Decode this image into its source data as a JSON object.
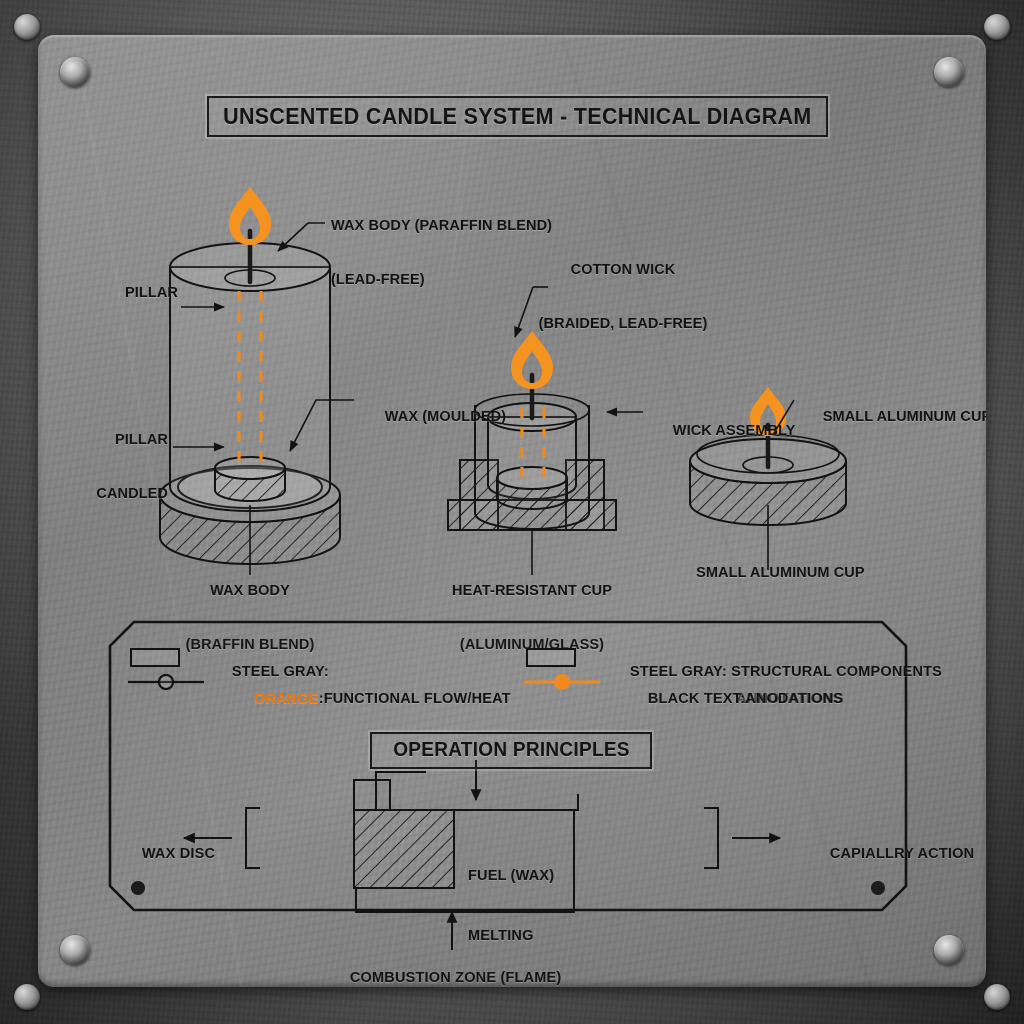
{
  "title": "UNSCENTED CANDLE SYSTEM - TECHNICAL DIAGRAM",
  "figures": {
    "pillar": {
      "label_pillar": "PILLAR",
      "label_pillar_candled_line1": "PILLAR",
      "label_pillar_candled_line2": "CANDLED",
      "label_wax_body_line1": "WAX BODY (PARAFFIN BLEND)",
      "label_wax_body_line2": "(LEAD-FREE)",
      "label_wax_moulded": "WAX (MOULDED)",
      "caption_line1": "WAX BODY",
      "caption_line2": "(BRAFFIN BLEND)"
    },
    "votive": {
      "label_cotton_wick_line1": "COTTON WICK",
      "label_cotton_wick_line2": "(BRAIDED, LEAD-FREE)",
      "label_wick_assembly": "WICK ASSEMBLY",
      "caption_line1": "HEAT-RESISTANT CUP",
      "caption_line2": "(ALUMINUM/GLASS)"
    },
    "tealight": {
      "label_small_cup": "SMALL ALUMINUM CUP",
      "caption": "SMALL ALUMINUM CUP"
    }
  },
  "legend": {
    "left": [
      {
        "label": "STEEL GRAY:",
        "desc": ""
      },
      {
        "label": "ORANGE",
        "sep": ":",
        "desc": "FUNCTIONAL FLOW/HEAT"
      }
    ],
    "right": [
      {
        "label": "STEEL GRAY",
        "sep": ":",
        "desc": "STRUCTURAL COMPONENTS"
      },
      {
        "label": "BLACK TEXT",
        "sep": ":",
        "desc": "ANODATIONS",
        "desc_overlay": "ANNOTATIONS"
      }
    ]
  },
  "operation": {
    "title": "OPERATION PRINCIPLES",
    "left_label": "WAX DISC",
    "right_label": "CAPIALLRY ACTION",
    "center_line1": "FUEL (WAX)",
    "center_line2": "MELTING",
    "bottom_label": "COMBUSTION ZONE (FLAME)"
  },
  "colors": {
    "orange": "#F4931F",
    "heat_dash": "#F08A20",
    "ink": "#121212",
    "steel_gray": "#808080"
  }
}
